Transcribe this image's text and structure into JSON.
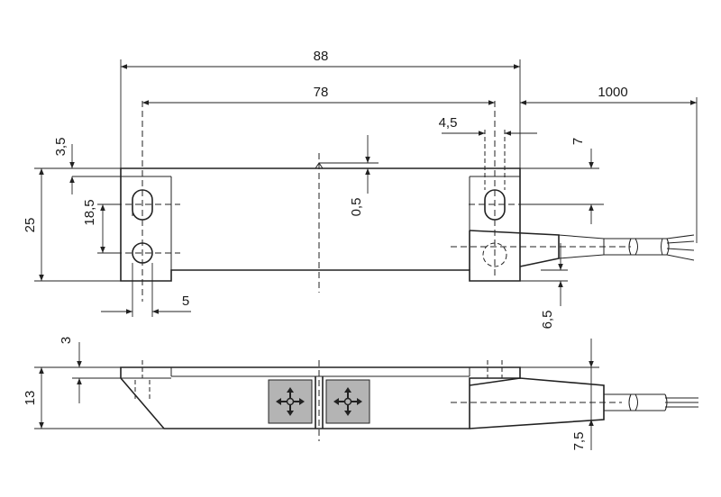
{
  "dimensions": {
    "length_overall": "88",
    "hole_spacing": "78",
    "cable_length": "1000",
    "slot_width": "4,5",
    "height_total": "25",
    "edge_to_hole": "3,5",
    "hole_pitch": "18,5",
    "center_offset": "0,5",
    "cable_top": "7",
    "cable_offset": "6,5",
    "hole_edge": "5",
    "base_thickness": "3",
    "side_height": "13",
    "cable_side": "7,5"
  },
  "colors": {
    "line": "#222222",
    "symbol_fill": "#b4b4b4",
    "background": "#ffffff"
  },
  "icons": [
    "move-arrows-icon",
    "move-arrows-icon"
  ]
}
